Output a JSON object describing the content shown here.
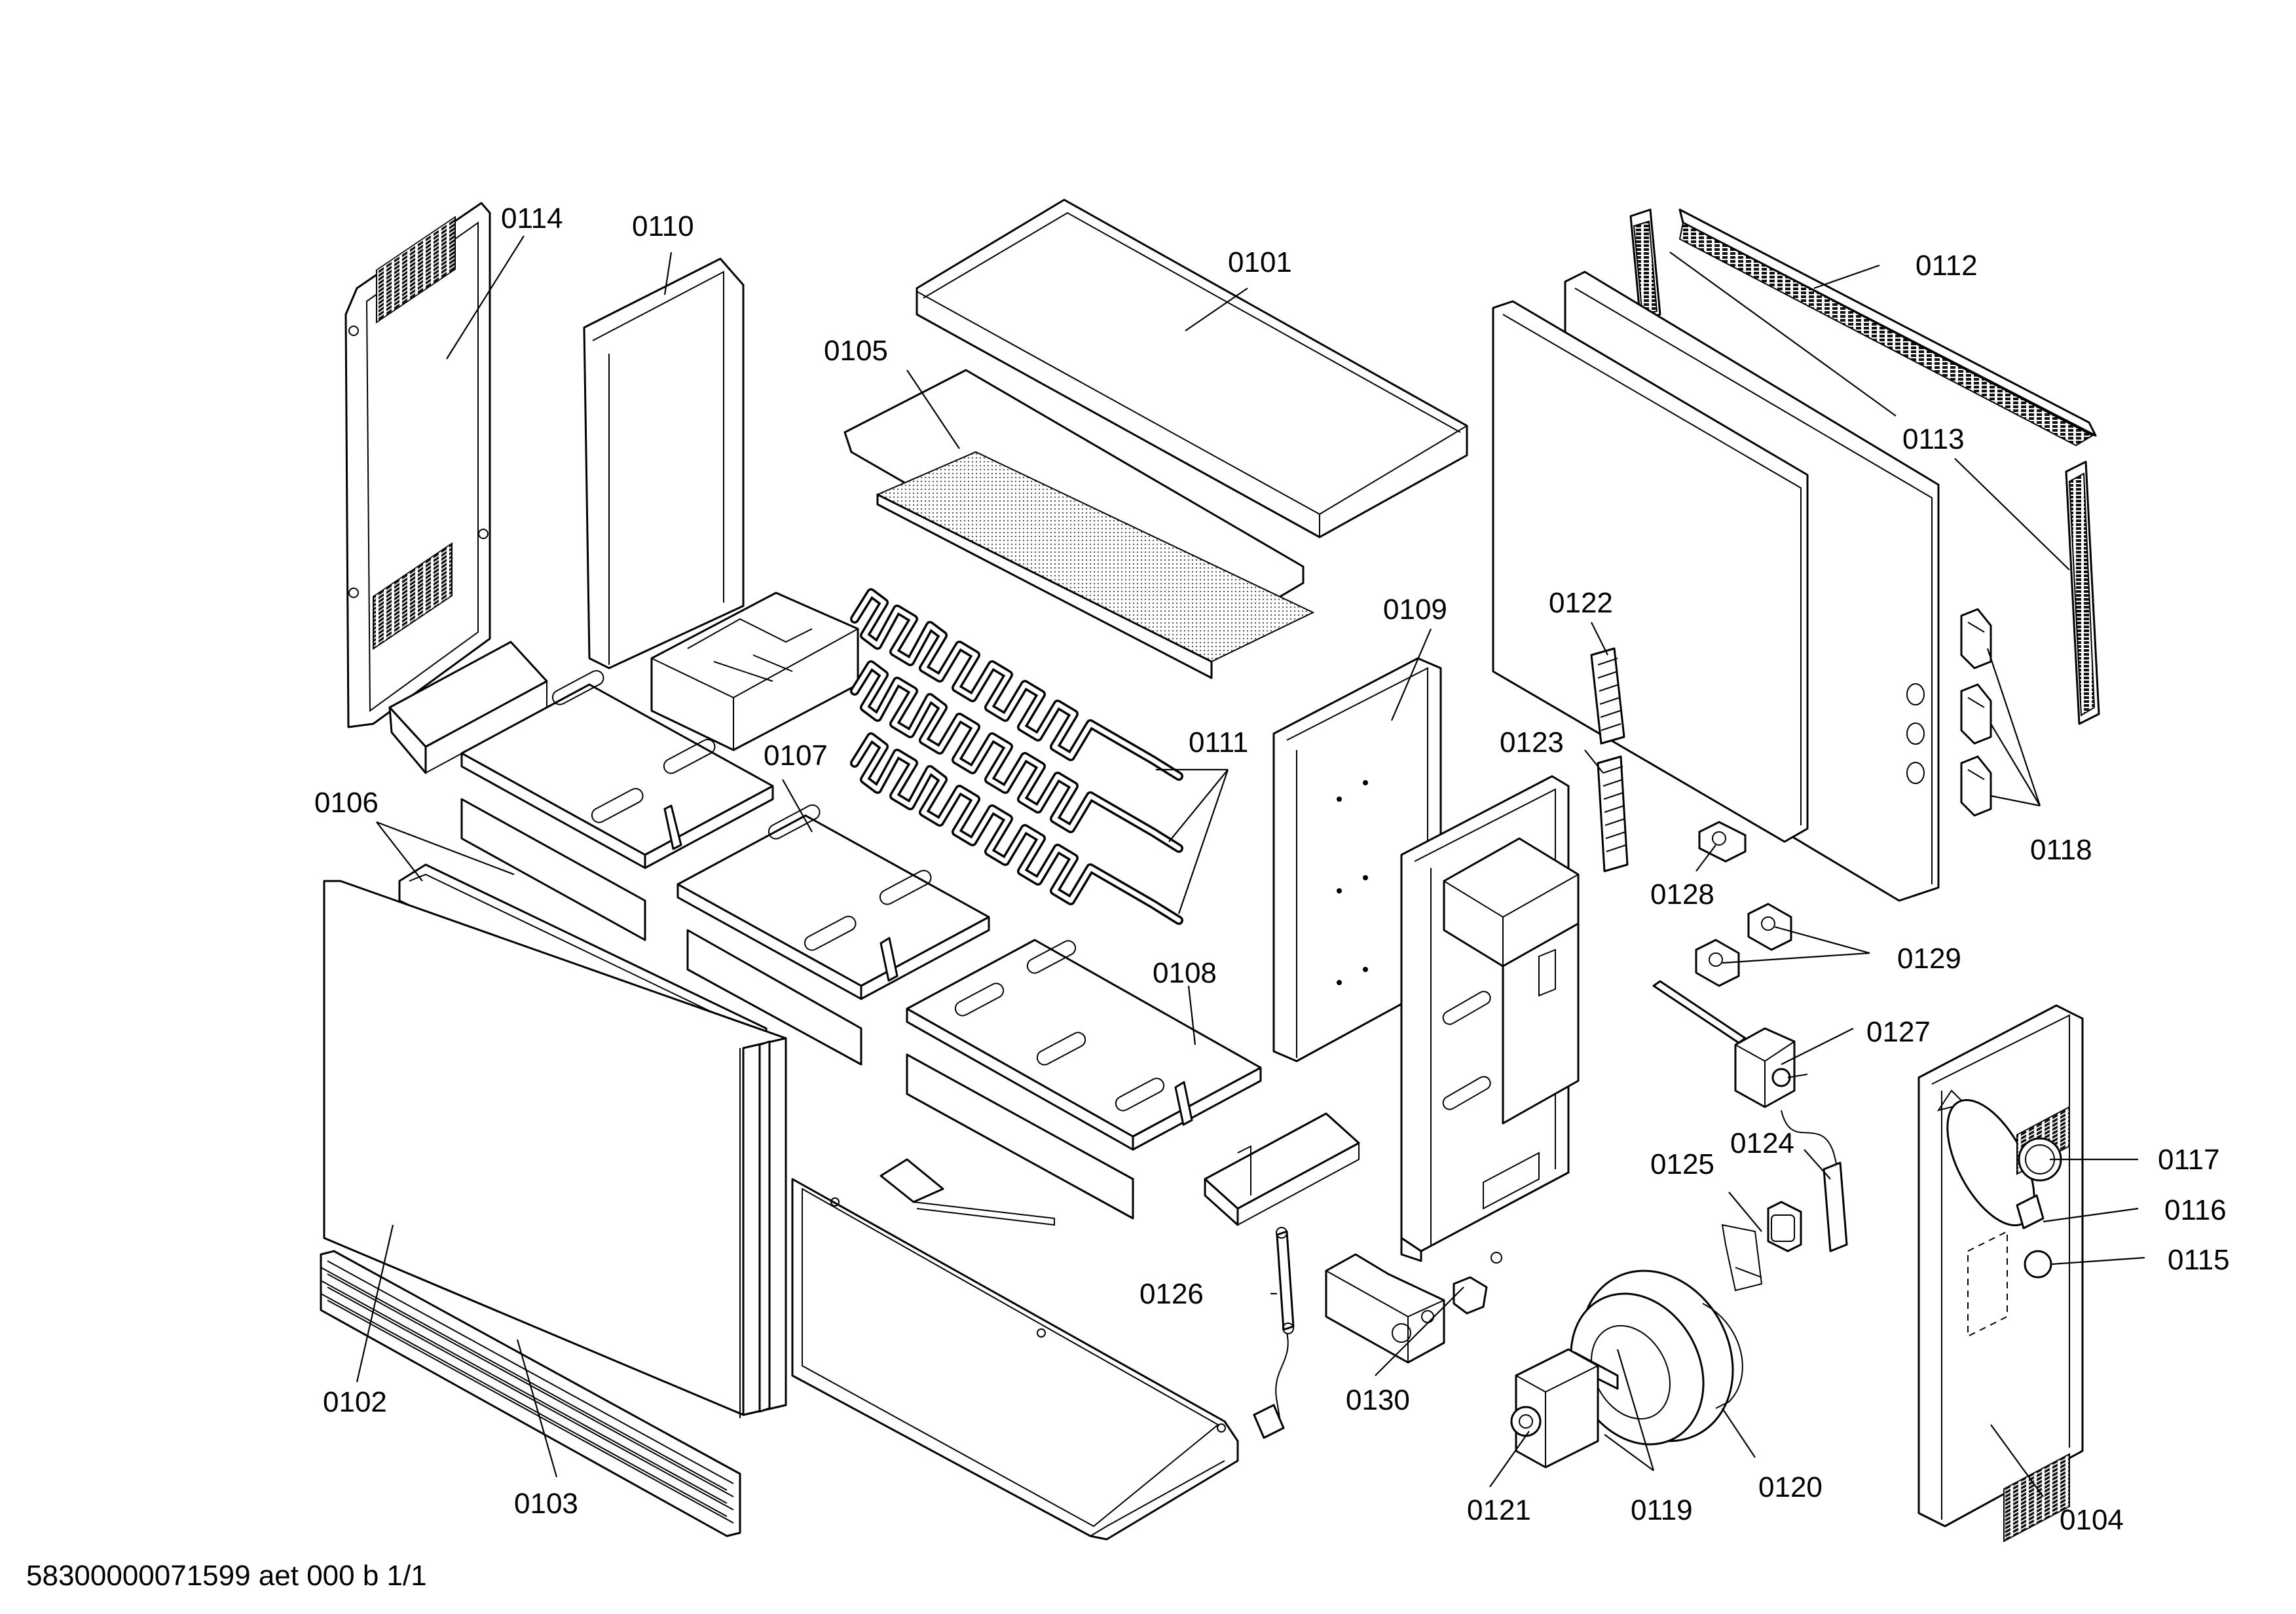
{
  "labels": {
    "p0101": "0101",
    "p0102": "0102",
    "p0103": "0103",
    "p0104": "0104",
    "p0105": "0105",
    "p0106": "0106",
    "p0107": "0107",
    "p0108": "0108",
    "p0109": "0109",
    "p0110": "0110",
    "p0111": "0111",
    "p0112": "0112",
    "p0113": "0113",
    "p0114": "0114",
    "p0115": "0115",
    "p0116": "0116",
    "p0117": "0117",
    "p0118": "0118",
    "p0119": "0119",
    "p0120": "0120",
    "p0121": "0121",
    "p0122": "0122",
    "p0123": "0123",
    "p0124": "0124",
    "p0125": "0125",
    "p0126": "0126",
    "p0127": "0127",
    "p0128": "0128",
    "p0129": "0129",
    "p0130": "0130"
  },
  "footer": "58300000071599 aet 000 b 1/1"
}
